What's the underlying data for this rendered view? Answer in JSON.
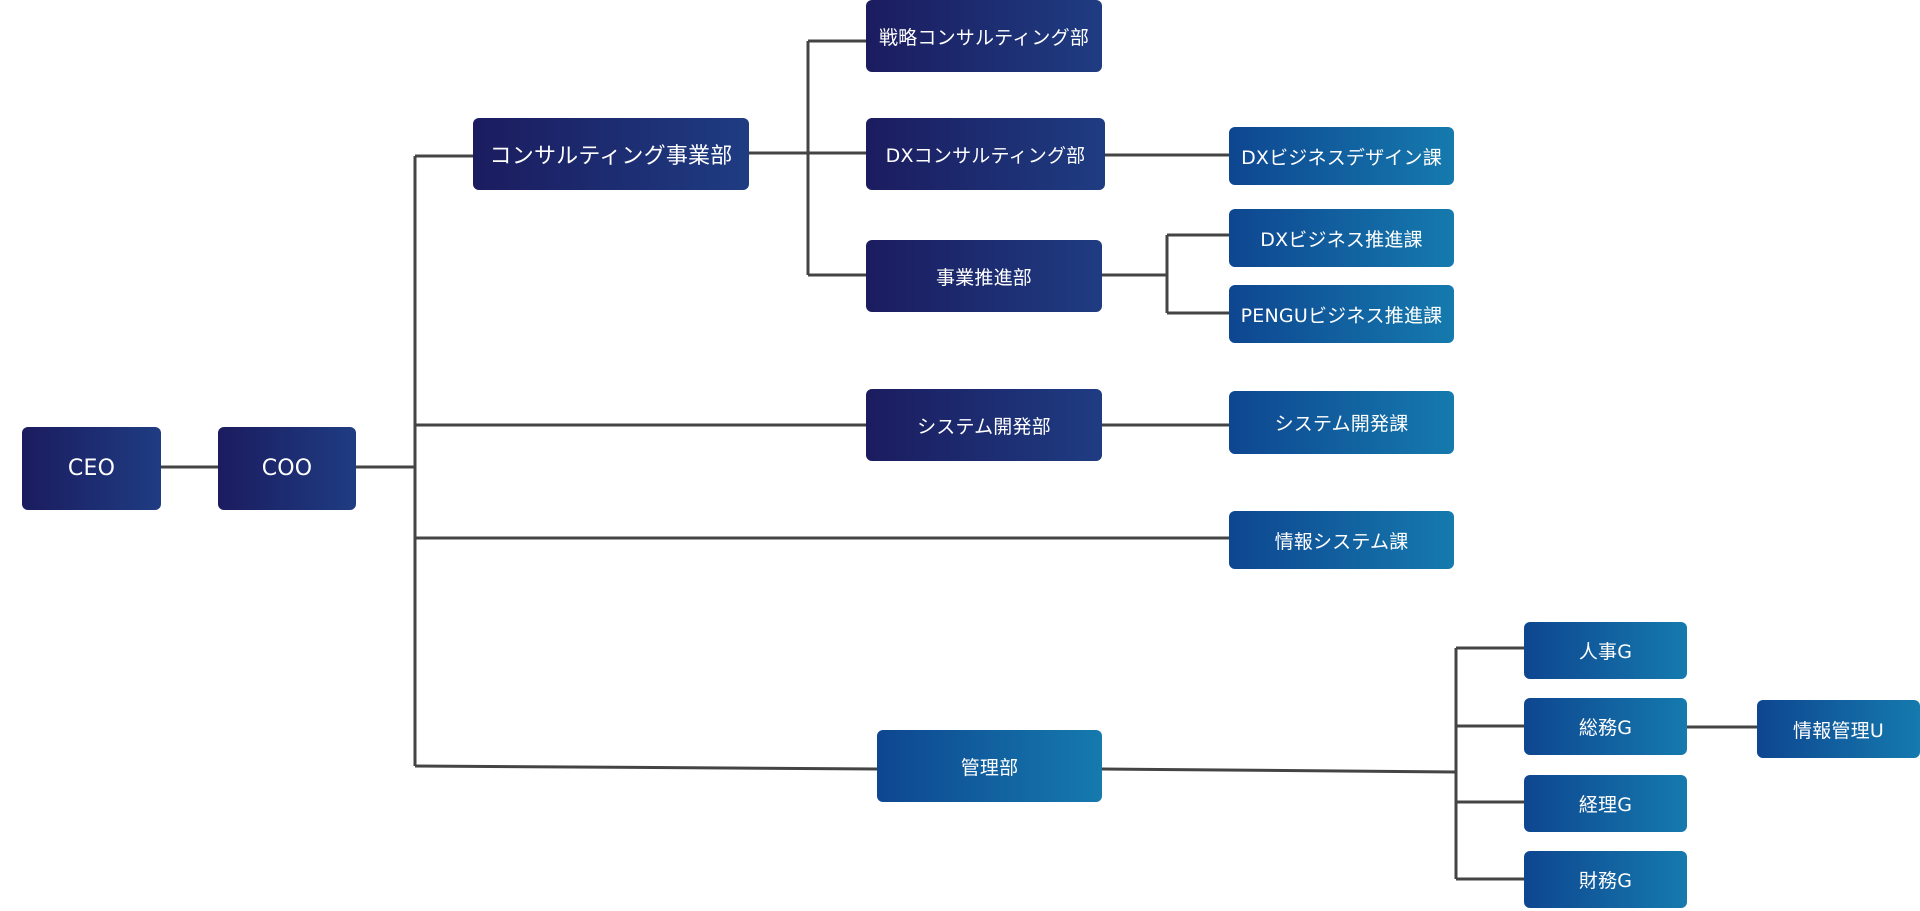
{
  "org_chart": {
    "ceo": "CEO",
    "coo": "COO",
    "consulting_division": "コンサルティング事業部",
    "strategy_consulting": "戦略コンサルティング部",
    "dx_consulting": "DXコンサルティング部",
    "business_promotion": "事業推進部",
    "system_development": "システム開発部",
    "administration": "管理部",
    "dx_business_design": "DXビジネスデザイン課",
    "dx_business_promotion": "DXビジネス推進課",
    "pengu_business_promotion": "PENGUビジネス推進課",
    "system_development_section": "システム開発課",
    "information_system_section": "情報システム課",
    "hr_group": "人事G",
    "general_affairs_group": "総務G",
    "accounting_group": "経理G",
    "finance_group": "財務G",
    "info_management_unit": "情報管理U"
  },
  "colors": {
    "navy_start": "#1b1c5f",
    "navy_end": "#1f3c82",
    "blue_start": "#0e4690",
    "blue_end": "#157aae",
    "connector": "#444444"
  }
}
